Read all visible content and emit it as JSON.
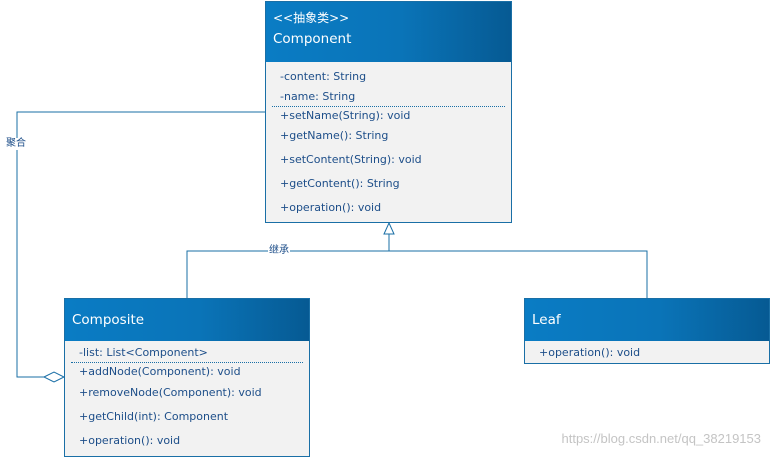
{
  "classes": {
    "component": {
      "stereotype": "<<抽象类>>",
      "name": "Component",
      "attributes": [
        "-content: String",
        "-name: String"
      ],
      "operations": [
        "+setName(String): void",
        "+getName(): String",
        "+setContent(String): void",
        "+getContent(): String",
        "+operation(): void"
      ]
    },
    "composite": {
      "name": "Composite",
      "attributes": [
        "-list: List<Component>"
      ],
      "operations": [
        "+addNode(Component): void",
        "+removeNode(Component): void",
        "+getChild(int): Component",
        "+operation(): void"
      ]
    },
    "leaf": {
      "name": "Leaf",
      "operations": [
        "+operation(): void"
      ]
    }
  },
  "relations": {
    "aggregation_label": "聚合",
    "inheritance_label": "继承"
  },
  "watermark": "https://blog.csdn.net/qq_38219153",
  "colors": {
    "header": "#0a7cc4",
    "border": "#1a6fa6",
    "body": "#f2f2f2",
    "text": "#1d4e89"
  }
}
